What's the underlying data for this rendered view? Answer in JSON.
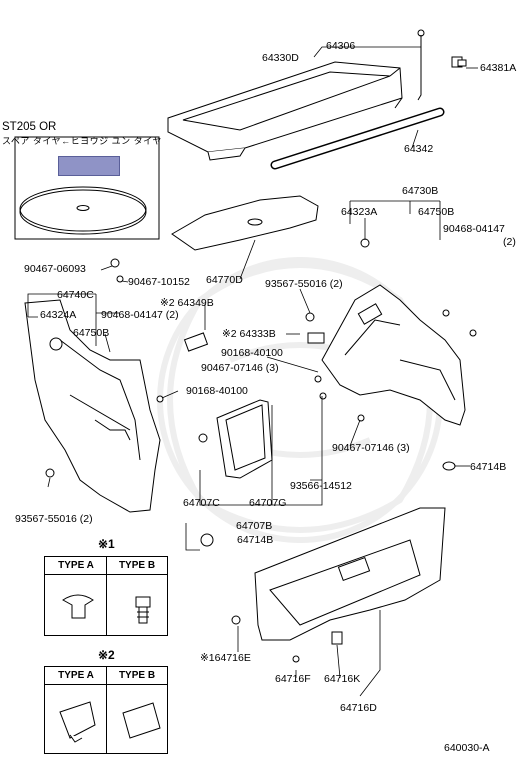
{
  "parts": {
    "p64306": "64306",
    "p64330d": "64330D",
    "p64381a": "64381A",
    "p64342": "64342",
    "st205_title": "ST205 OR",
    "st205_sub": "スペア タイヤ←ヒヨウジ ユン タイヤ",
    "p64770d": "64770D",
    "p90467_06093": "90467-06093",
    "p90467_10152": "90467-10152",
    "p64740c": "64740C",
    "p64324a": "64324A",
    "p90468_04147_2a": "90468-04147 (2)",
    "p64750b_left": "64750B",
    "p64349b": "※2 64349B",
    "p64333b": "※2 64333B",
    "p90168_40100_a": "90168-40100",
    "p90467_07146_3a": "90467-07146 (3)",
    "p90168_40100_b": "90168-40100",
    "p93567_55016_2a": "93567-55016 (2)",
    "p64730b": "64730B",
    "p64323a": "64323A",
    "p64750b_right": "64750B",
    "p90468_04147": "90468-04147",
    "p90468_04147_qty": "(2)",
    "p93567_55016_2b": "93567-55016 (2)",
    "p90467_07146_3b": "90467-07146 (3)",
    "p64714b_right": "64714B",
    "p64707c": "64707C",
    "p64707g": "64707G",
    "p93566_14512": "93566-14512",
    "p64707b": "64707B",
    "p64714b_bottom": "64714B",
    "p164716e": "※164716E",
    "p64716f": "64716F",
    "p64716k": "64716K",
    "p64716d": "64716D",
    "p640030a": "640030-A"
  },
  "legend1": {
    "title": "※1",
    "type_a": "TYPE A",
    "type_b": "TYPE B"
  },
  "legend2": {
    "title": "※2",
    "type_a": "TYPE A",
    "type_b": "TYPE B"
  },
  "colors": {
    "highlight": "#8f93c6",
    "line": "#000000",
    "watermark": "#eeeeee"
  }
}
